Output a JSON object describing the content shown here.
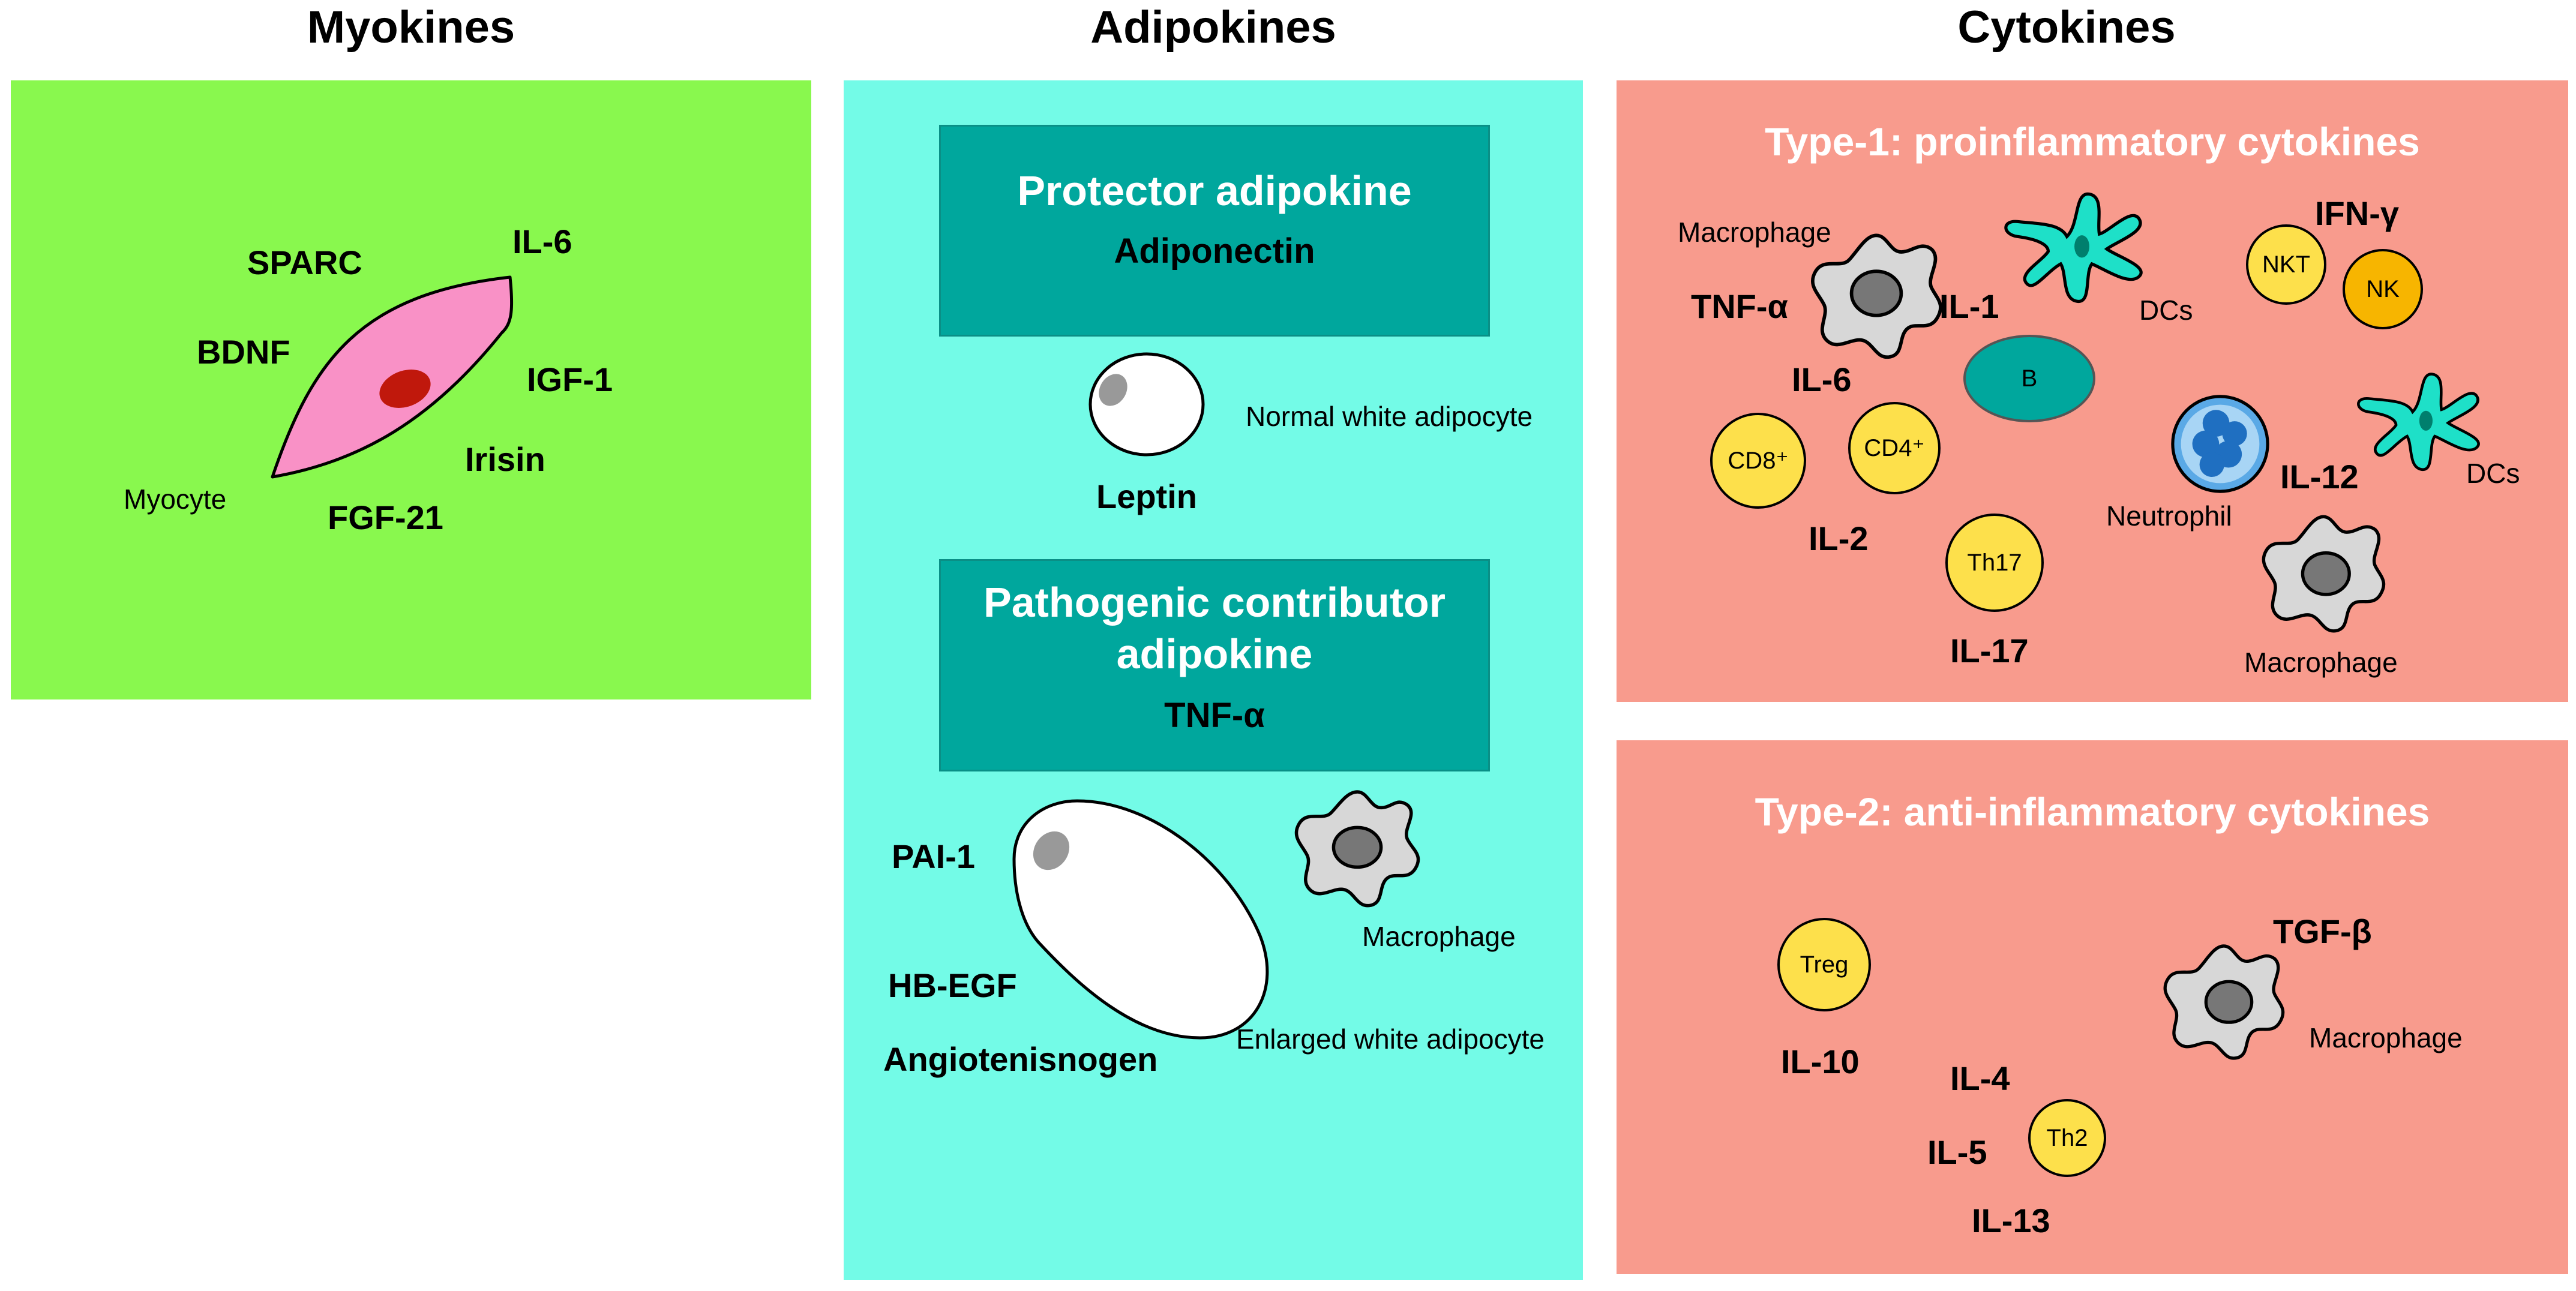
{
  "headings": {
    "myokines": "Myokines",
    "adipokines": "Adipokines",
    "cytokines": "Cytokines"
  },
  "colors": {
    "myokines_bg": "#89f84e",
    "adipokines_bg": "#73fbe7",
    "cytokines_bg": "#f89b8d",
    "banner": "#00a79d",
    "myocyte": "#f991c6",
    "nucleus": "#c0180c",
    "cell_yellow": "#fde04b",
    "dc": "#1ee0c8",
    "macrophage": "#d7d7d7"
  },
  "myokines": {
    "cell_label": "Myocyte",
    "factors": {
      "sparc": "SPARC",
      "il6": "IL-6",
      "bdnf": "BDNF",
      "igf1": "IGF-1",
      "irisin": "Irisin",
      "fgf21": "FGF-21"
    }
  },
  "adipokines": {
    "protector": {
      "title": "Protector adipokine",
      "item": "Adiponectin"
    },
    "normal_cell_label": "Normal white adipocyte",
    "leptin": "Leptin",
    "pathogenic": {
      "title_line1": "Pathogenic contributor",
      "title_line2": "adipokine",
      "item": "TNF-α"
    },
    "enlarged_factors": {
      "pai1": "PAI-1",
      "hbegf": "HB-EGF",
      "angiotensinogen": "Angiotenisnogen"
    },
    "macrophage_label": "Macrophage",
    "enlarged_cell_label": "Enlarged white adipocyte"
  },
  "type1": {
    "title": "Type-1: proinflammatory cytokines",
    "labels": {
      "macrophage_top": "Macrophage",
      "dcs_1": "DCs",
      "dcs_2": "DCs",
      "neutrophil": "Neutrophil",
      "macrophage_bottom": "Macrophage"
    },
    "cytokines": {
      "tnfa": "TNF-α",
      "il1": "IL-1",
      "il6": "IL-6",
      "ifng": "IFN-γ",
      "il12": "IL-12",
      "il2": "IL-2",
      "il17": "IL-17"
    },
    "cells": {
      "b": "B",
      "nkt": "NKT",
      "nk": "NK",
      "cd8": "CD8⁺",
      "cd4": "CD4⁺",
      "th17": "Th17"
    }
  },
  "type2": {
    "title": "Type-2: anti-inflammatory cytokines",
    "cells": {
      "treg": "Treg",
      "th2": "Th2"
    },
    "cytokines": {
      "tgfb": "TGF-β",
      "il10": "IL-10",
      "il4": "IL-4",
      "il5": "IL-5",
      "il13": "IL-13"
    },
    "macrophage_label": "Macrophage"
  }
}
